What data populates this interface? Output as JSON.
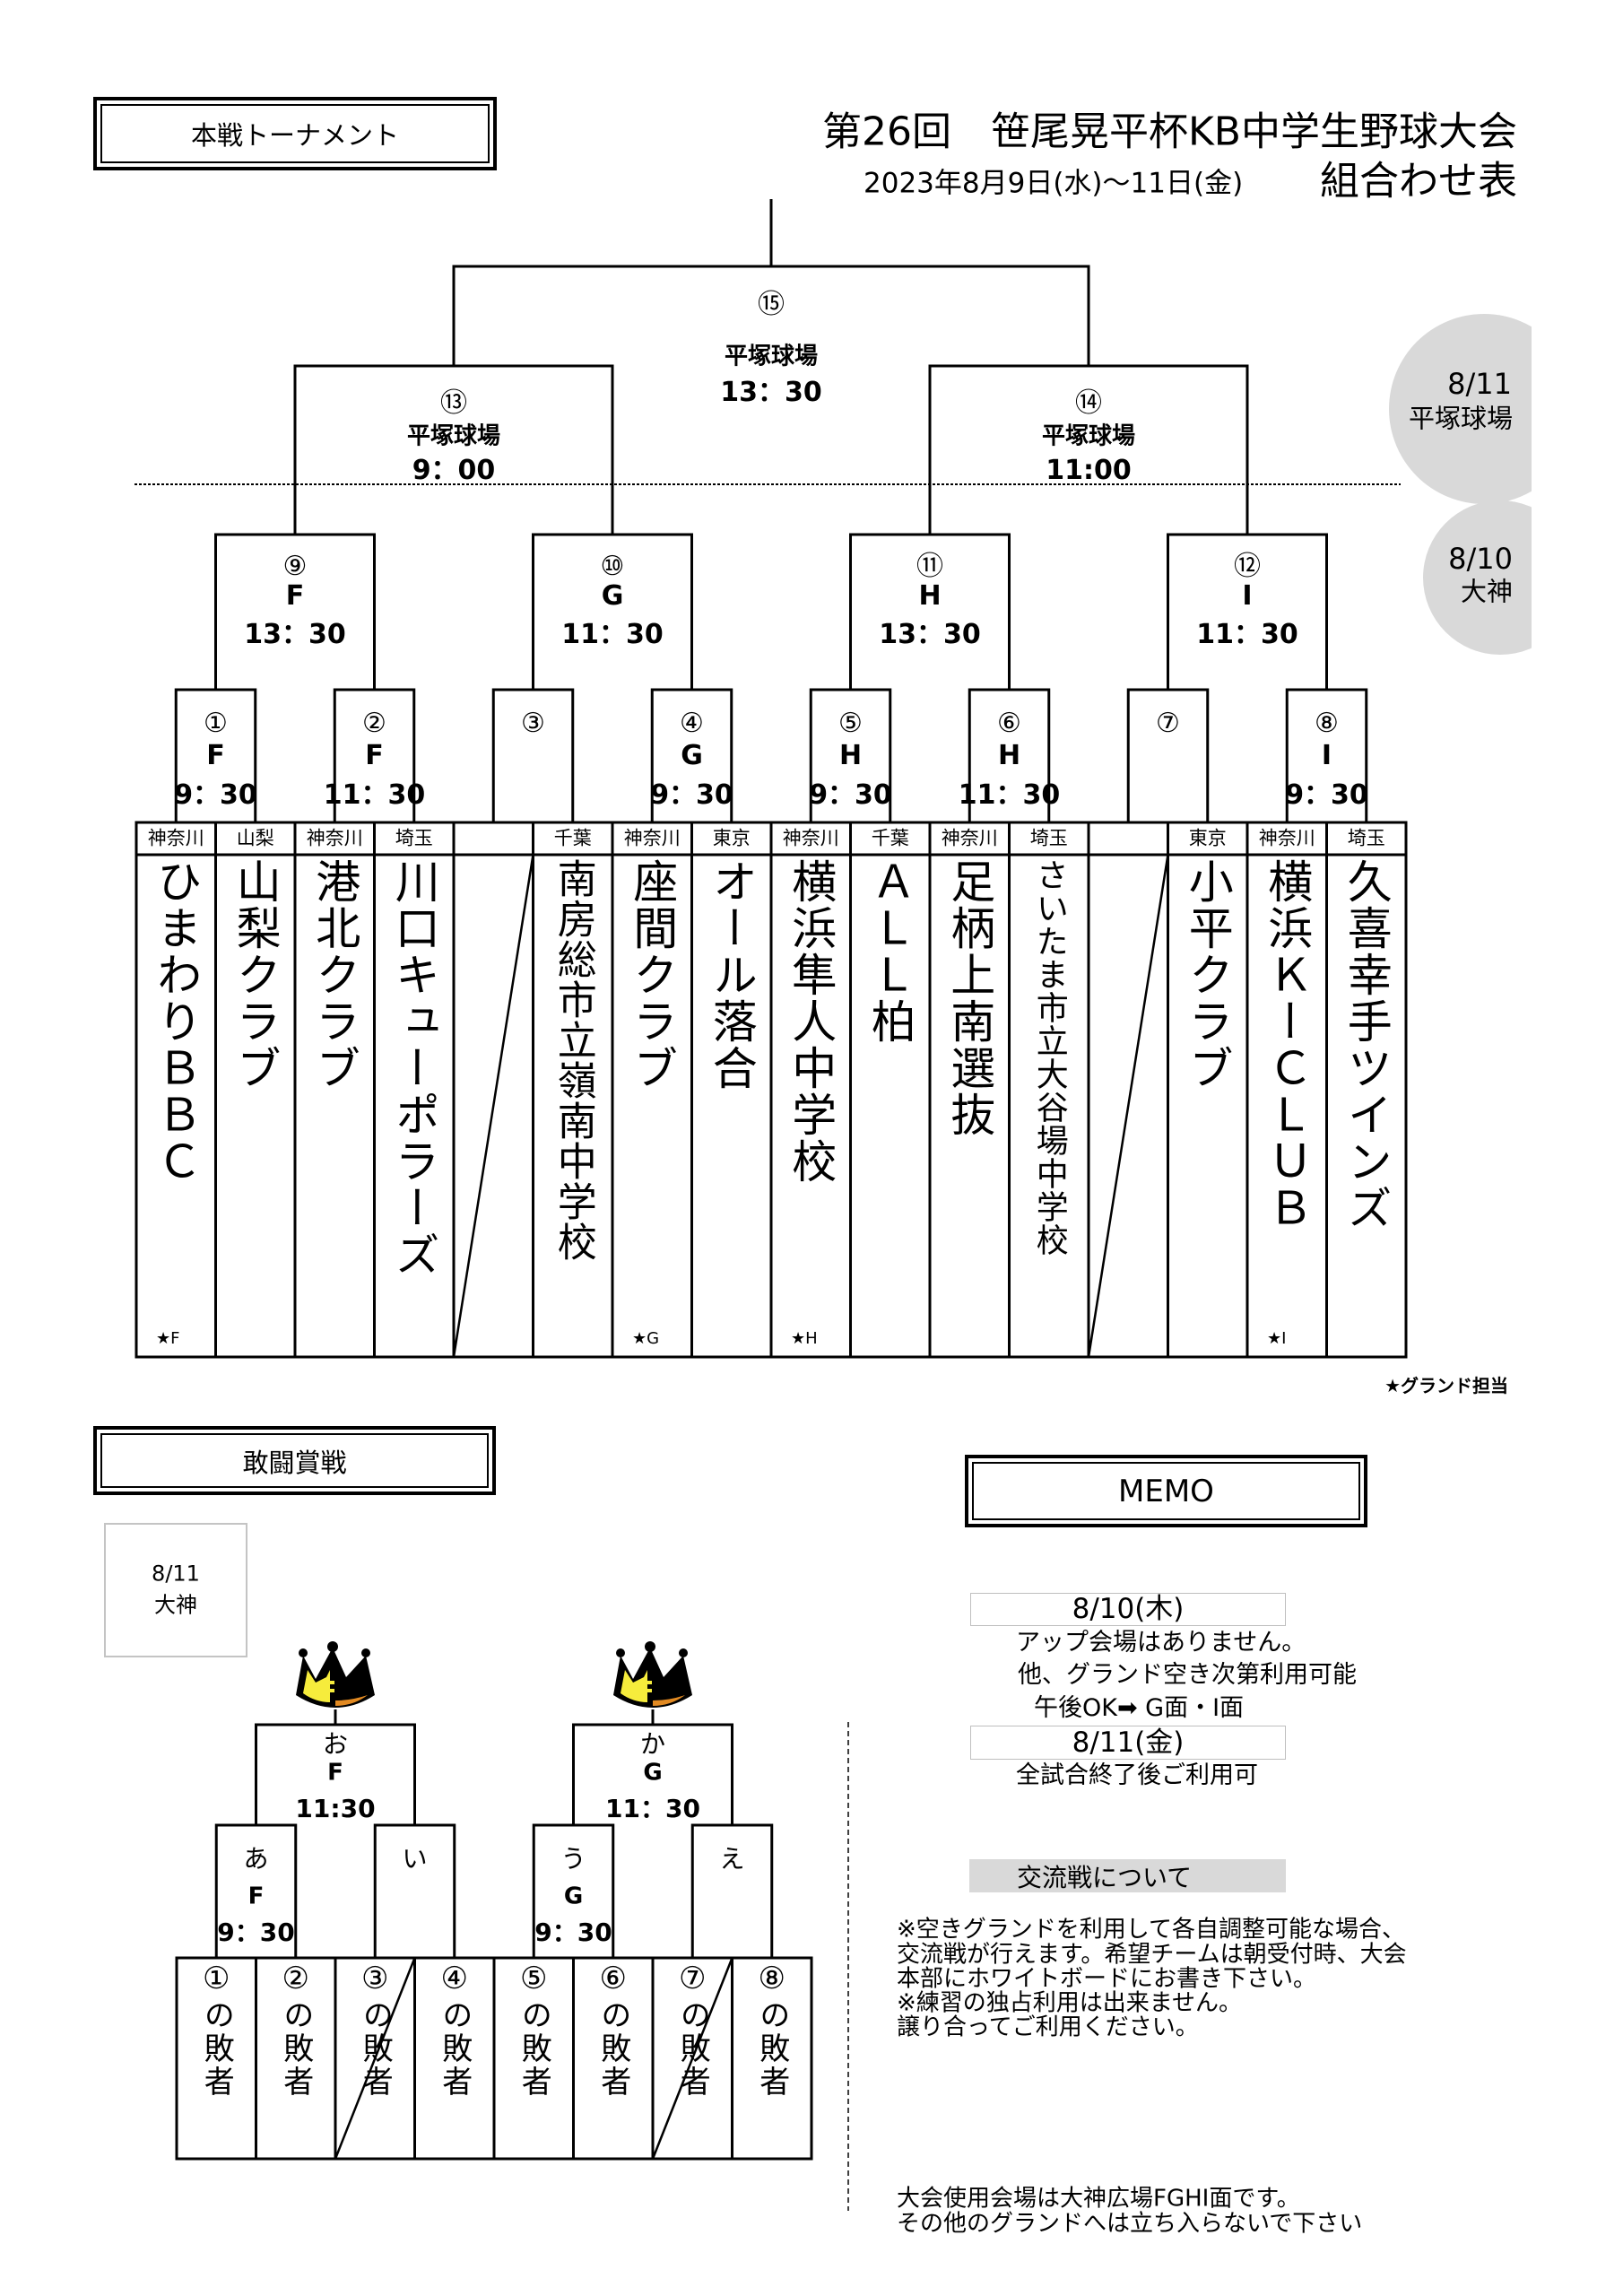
{
  "header": {
    "section_label": "本戦トーナメント",
    "title": "第26回　笹尾晃平杯KB中学生野球大会",
    "dates": "2023年8月9日(水)～11日(金)",
    "subtitle": "組合わせ表"
  },
  "day_badges": [
    {
      "date": "8/11",
      "venue": "平塚球場"
    },
    {
      "date": "8/10",
      "venue": "大神"
    }
  ],
  "main_bracket": {
    "final": {
      "no": "⑮",
      "venue": "平塚球場",
      "time": "13：30"
    },
    "semifinals": [
      {
        "no": "⑬",
        "venue": "平塚球場",
        "time": "9：00"
      },
      {
        "no": "⑭",
        "venue": "平塚球場",
        "time": "11:00"
      }
    ],
    "quarterfinals": [
      {
        "no": "⑨",
        "field": "F",
        "time": "13：30"
      },
      {
        "no": "⑩",
        "field": "G",
        "time": "11：30"
      },
      {
        "no": "⑪",
        "field": "H",
        "time": "13：30"
      },
      {
        "no": "⑫",
        "field": "I",
        "time": "11：30"
      }
    ],
    "round1": [
      {
        "no": "①",
        "field": "F",
        "time": "9：30"
      },
      {
        "no": "②",
        "field": "F",
        "time": "11：30"
      },
      {
        "no": "③"
      },
      {
        "no": "④",
        "field": "G",
        "time": "9：30"
      },
      {
        "no": "⑤",
        "field": "H",
        "time": "9：30"
      },
      {
        "no": "⑥",
        "field": "H",
        "time": "11：30"
      },
      {
        "no": "⑦"
      },
      {
        "no": "⑧",
        "field": "I",
        "time": "9：30"
      }
    ]
  },
  "teams": [
    {
      "pref": "神奈川",
      "name": "ひまわりＢＢＣ",
      "ground": "★F"
    },
    {
      "pref": "山梨",
      "name": "山梨クラブ"
    },
    {
      "pref": "神奈川",
      "name": "港北クラブ"
    },
    {
      "pref": "埼玉",
      "name": "川口キューポラーズ"
    },
    {
      "bye": true
    },
    {
      "pref": "千葉",
      "name": "南房総市立嶺南中学校"
    },
    {
      "pref": "神奈川",
      "name": "座間クラブ",
      "ground": "★G"
    },
    {
      "pref": "東京",
      "name": "オール落合"
    },
    {
      "pref": "神奈川",
      "name": "横浜隼人中学校",
      "ground": "★H"
    },
    {
      "pref": "千葉",
      "name": "ＡＬＬ柏"
    },
    {
      "pref": "神奈川",
      "name": "足柄上南選抜"
    },
    {
      "pref": "埼玉",
      "name": "さいたま市立大谷場中学校"
    },
    {
      "bye": true
    },
    {
      "pref": "東京",
      "name": "小平クラブ"
    },
    {
      "pref": "神奈川",
      "name": "横浜ＫーＣＬＵＢ",
      "ground": "★I"
    },
    {
      "pref": "埼玉",
      "name": "久喜幸手ツインズ"
    }
  ],
  "ground_note": "★グランド担当",
  "consolation": {
    "label": "敢闘賞戦",
    "day": {
      "date": "8/11",
      "venue": "大神"
    },
    "finals": [
      {
        "no": "お",
        "field": "F",
        "time": "11:30"
      },
      {
        "no": "か",
        "field": "G",
        "time": "11：30"
      }
    ],
    "round1": [
      {
        "no": "あ",
        "field": "F",
        "time": "9：30"
      },
      {
        "no": "い"
      },
      {
        "no": "う",
        "field": "G",
        "time": "9：30"
      },
      {
        "no": "え"
      }
    ],
    "slots": [
      {
        "label": "①の敗者"
      },
      {
        "label": "②の敗者"
      },
      {
        "label": "③の敗者",
        "struck": true
      },
      {
        "label": "④の敗者"
      },
      {
        "label": "⑤の敗者"
      },
      {
        "label": "⑥の敗者"
      },
      {
        "label": "⑦の敗者",
        "struck": true
      },
      {
        "label": "⑧の敗者"
      }
    ]
  },
  "memo": {
    "label": "MEMO",
    "days": [
      {
        "date": "8/10(木)",
        "lines": [
          "アップ会場はありません。",
          "他、グランド空き次第利用可能",
          "午後OK➡ G面・I面"
        ]
      },
      {
        "date": "8/11(金)",
        "lines": [
          "全試合終了後ご利用可"
        ]
      }
    ],
    "exchange": {
      "heading": "交流戦について",
      "lines": [
        "※空きグランドを利用して各自調整可能な場合、",
        "交流戦が行えます。希望チームは朝受付時、大会",
        "本部にホワイトボードにお書き下さい。",
        "※練習の独占利用は出来ません。",
        "譲り合ってご利用ください。"
      ]
    },
    "venue_note": [
      "大会使用会場は大神広場FGHI面です。",
      "その他のグランドへは立ち入らないで下さい"
    ]
  },
  "colors": {
    "line": "#000000",
    "badge_gray": "#d9d9d9",
    "crown_black": "#000000",
    "crown_yellow": "#f6ec3c",
    "crown_orange": "#e28a22"
  }
}
